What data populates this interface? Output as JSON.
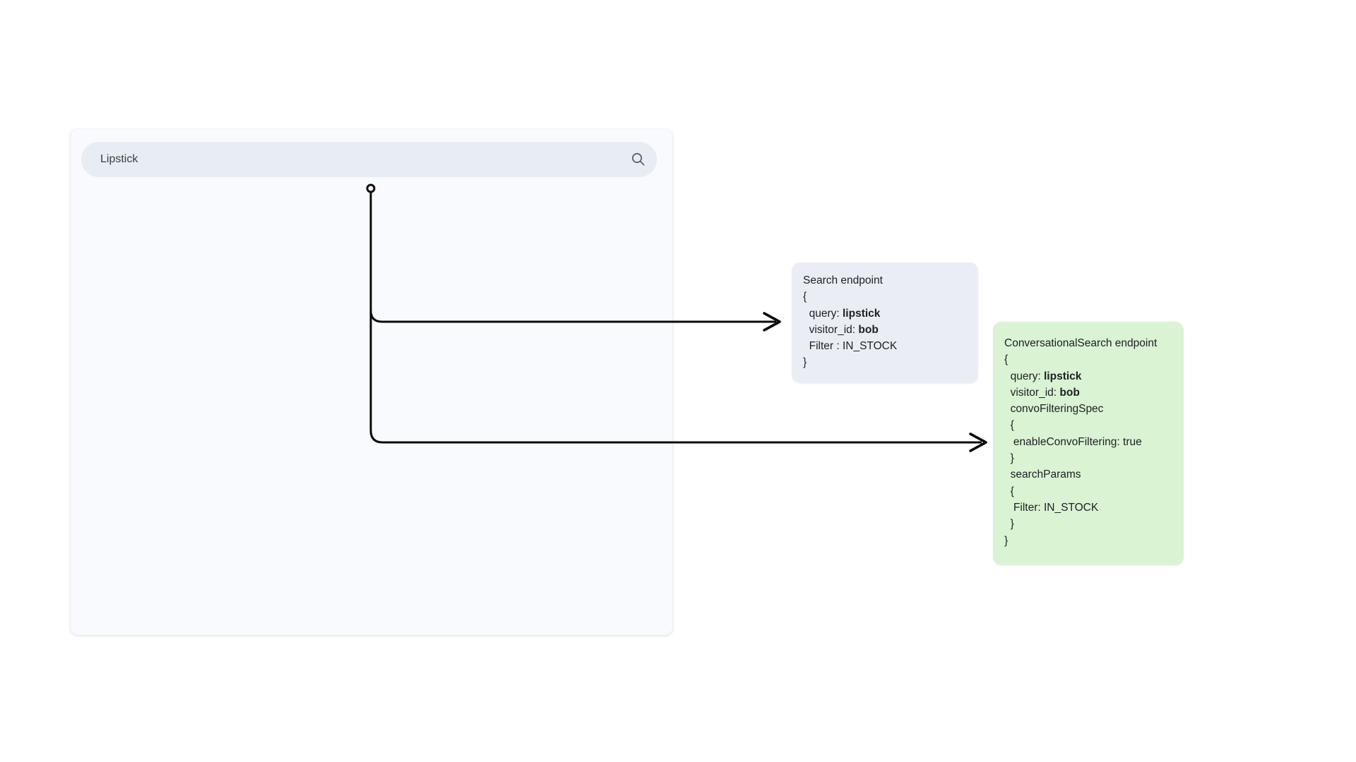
{
  "search": {
    "value": "Lipstick",
    "icon": "search-icon"
  },
  "colors": {
    "page_bg": "#ffffff",
    "panel_bg": "#f8fafd",
    "search_pill_bg": "#e8ecf3",
    "search_text": "#3c4043",
    "search_icon": "#5f6368",
    "search_endpoint_bg": "#eaeef4",
    "conversational_endpoint_bg": "#d9f3d3",
    "connector": "#0a0a0a",
    "code_text": "#202124"
  },
  "endpoint_cards": [
    {
      "name": "search-endpoint-card",
      "bg": "#eaeef4",
      "lines": [
        [
          {
            "t": "Search endpoint"
          }
        ],
        [
          {
            "t": "{"
          }
        ],
        [
          {
            "t": "  query: "
          },
          {
            "t": "lipstick",
            "b": true
          }
        ],
        [
          {
            "t": "  visitor_id: "
          },
          {
            "t": "bob",
            "b": true
          }
        ],
        [
          {
            "t": "  Filter : IN_STOCK"
          }
        ],
        [
          {
            "t": "}"
          }
        ]
      ]
    },
    {
      "name": "conversational-search-endpoint-card",
      "bg": "#d9f3d3",
      "lines": [
        [
          {
            "t": "ConversationalSearch endpoint"
          }
        ],
        [
          {
            "t": "{"
          }
        ],
        [
          {
            "t": "  query: "
          },
          {
            "t": "lipstick",
            "b": true
          }
        ],
        [
          {
            "t": "  visitor_id: "
          },
          {
            "t": "bob",
            "b": true
          }
        ],
        [
          {
            "t": "  convoFilteringSpec"
          }
        ],
        [
          {
            "t": "  {"
          }
        ],
        [
          {
            "t": "   enableConvoFiltering: true"
          }
        ],
        [
          {
            "t": "  }"
          }
        ],
        [
          {
            "t": "  searchParams"
          }
        ],
        [
          {
            "t": "  {"
          }
        ],
        [
          {
            "t": "   Filter: IN_STOCK"
          }
        ],
        [
          {
            "t": "  }"
          }
        ],
        [
          {
            "t": "}"
          }
        ]
      ]
    }
  ]
}
